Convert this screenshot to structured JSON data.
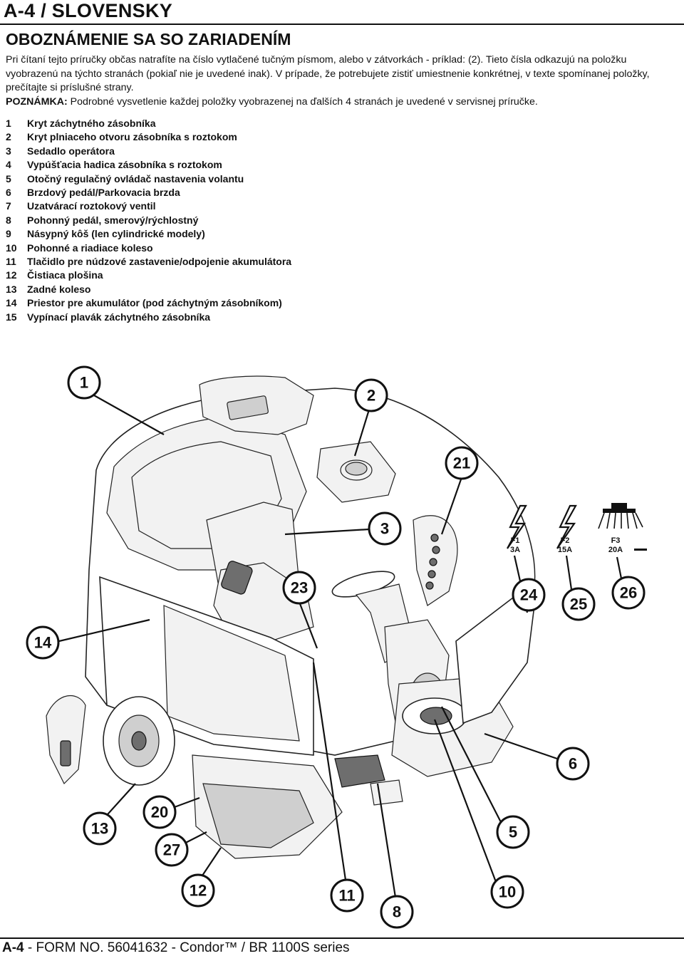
{
  "header": {
    "title": "A-4 / SLOVENSKY"
  },
  "section": {
    "title": "OBOZNÁMENIE SA SO ZARIADENÍM",
    "p1": "Pri čítaní tejto príručky občas natrafíte na číslo vytlačené tučným písmom, alebo v zátvorkách - príklad: (2). Tieto čísla odkazujú na položku vyobrazenú na týchto stranách (pokiaľ nie je uvedené inak). V prípade, že potrebujete zistiť umiestnenie konkrétnej, v texte spomínanej položky, prečítajte si príslušné strany.",
    "note_label": "POZNÁMKA:",
    "note_text": " Podrobné vysvetlenie každej položky vyobrazenej na ďalších 4 stranách je uvedené v servisnej príručke."
  },
  "parts": [
    {
      "num": "1",
      "label": "Kryt záchytného zásobníka"
    },
    {
      "num": "2",
      "label": "Kryt plniaceho otvoru zásobníka s roztokom"
    },
    {
      "num": "3",
      "label": "Sedadlo operátora"
    },
    {
      "num": "4",
      "label": "Vypúšťacia hadica zásobníka s roztokom"
    },
    {
      "num": "5",
      "label": "Otočný regulačný ovládač nastavenia volantu"
    },
    {
      "num": "6",
      "label": "Brzdový pedál/Parkovacia brzda"
    },
    {
      "num": "7",
      "label": "Uzatvárací roztokový ventil"
    },
    {
      "num": "8",
      "label": "Pohonný pedál, smerový/rýchlostný"
    },
    {
      "num": "9",
      "label": "Násypný kôš (len cylindrické modely)"
    },
    {
      "num": "10",
      "label": "Pohonné a riadiace koleso"
    },
    {
      "num": "11",
      "label": "Tlačidlo pre núdzové zastavenie/odpojenie akumulátora"
    },
    {
      "num": "12",
      "label": "Čistiaca plošina"
    },
    {
      "num": "13",
      "label": "Zadné koleso"
    },
    {
      "num": "14",
      "label": "Priestor pre akumulátor (pod záchytným zásobníkom)"
    },
    {
      "num": "15",
      "label": "Vypínací plavák záchytného zásobníka"
    }
  ],
  "callouts": [
    "1",
    "2",
    "21",
    "3",
    "23",
    "24",
    "25",
    "26",
    "14",
    "6",
    "13",
    "20",
    "27",
    "5",
    "12",
    "11",
    "8",
    "10"
  ],
  "fuses": [
    {
      "id": "F1",
      "rating": "3A"
    },
    {
      "id": "F2",
      "rating": "15A"
    },
    {
      "id": "F3",
      "rating": "20A"
    }
  ],
  "footer": {
    "page": "A-4",
    "form": " - FORM NO. 56041632 - Condor™ / BR 1100S series"
  }
}
